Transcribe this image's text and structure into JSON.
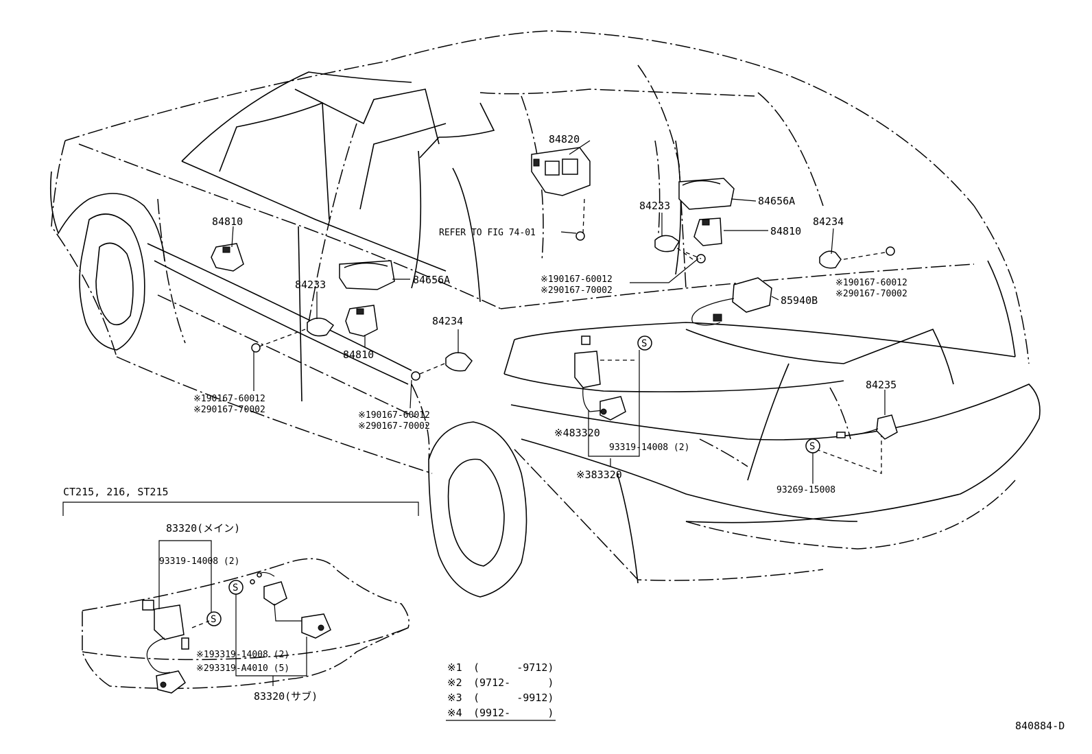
{
  "labels": {
    "p84820": "84820",
    "p84656a_rear": "84656A",
    "p84233_rear": "84233",
    "p84810_rear": "84810",
    "p84234_rear": "84234",
    "refer_fig": "REFER TO FIG 74-01",
    "p84810_front": "84810",
    "p84233_front": "84233",
    "p84656a_front": "84656A",
    "p84234_front": "84234",
    "p84810_mid": "84810",
    "mid_note1": "※190167-60012",
    "mid_note2": "※290167-70002",
    "rr_note1": "※190167-60012",
    "rr_note2": "※290167-70002",
    "p85940b": "85940B",
    "fl_note1": "※190167-60012",
    "fl_note2": "※290167-70002",
    "fr_note1": "※190167-60012",
    "fr_note2": "※290167-70002",
    "p4_83320": "※483320",
    "p93319_tank": "93319-14008 (2)",
    "p3_83320": "※383320",
    "p84235": "84235",
    "p93269": "93269-15008",
    "s_symbol": "S"
  },
  "inset": {
    "title": "CT215, 216, ST215",
    "main_unit": "83320(メイン)",
    "screw": "93319-14008 (2)",
    "note1": "※193319-14008 (2)",
    "note2": "※293319-A4010 (5)",
    "sub_unit": "83320(サブ)"
  },
  "legend": [
    {
      "mark": "※1",
      "range": "(      -9712)"
    },
    {
      "mark": "※2",
      "range": "(9712-      )"
    },
    {
      "mark": "※3",
      "range": "(      -9912)"
    },
    {
      "mark": "※4",
      "range": "(9912-      )"
    }
  ],
  "figure_id": "840884-D"
}
